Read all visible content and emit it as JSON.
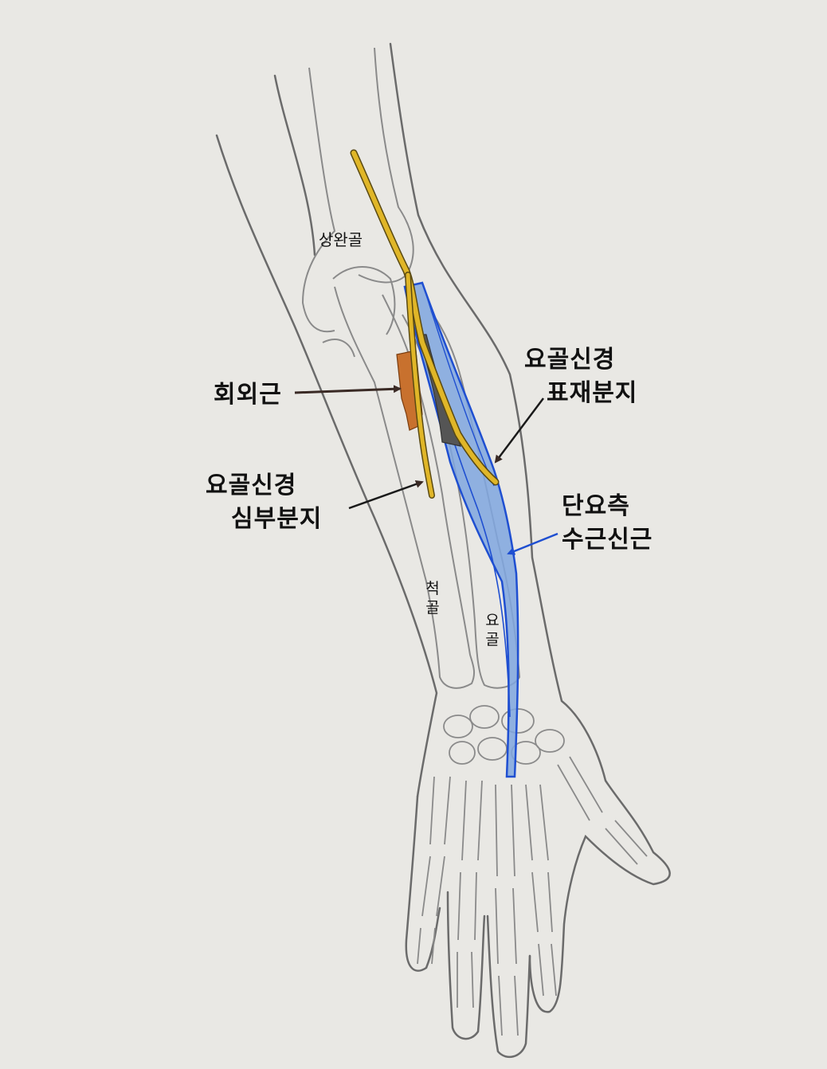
{
  "labels": {
    "humerus": "상완골",
    "supinator": "회외근",
    "superficial_branch_line1": "요골신경",
    "superficial_branch_line2": "표재분지",
    "deep_branch_line1": "요골신경",
    "deep_branch_line2": "심부분지",
    "ecrb_line1": "단요측",
    "ecrb_line2": "수근신근",
    "ulna": "척골",
    "radius": "요골"
  },
  "colors": {
    "paper": "#e9e8e4",
    "outline": "#6b6b6b",
    "nerve": "#e0b628",
    "nerve_edge": "#5a4a12",
    "muscle_fill": "#7fa6df",
    "muscle_edge": "#1f4fd1",
    "supinator": "#c8712e",
    "dark_tendon": "#555555",
    "arrow": "#3a2a25"
  }
}
